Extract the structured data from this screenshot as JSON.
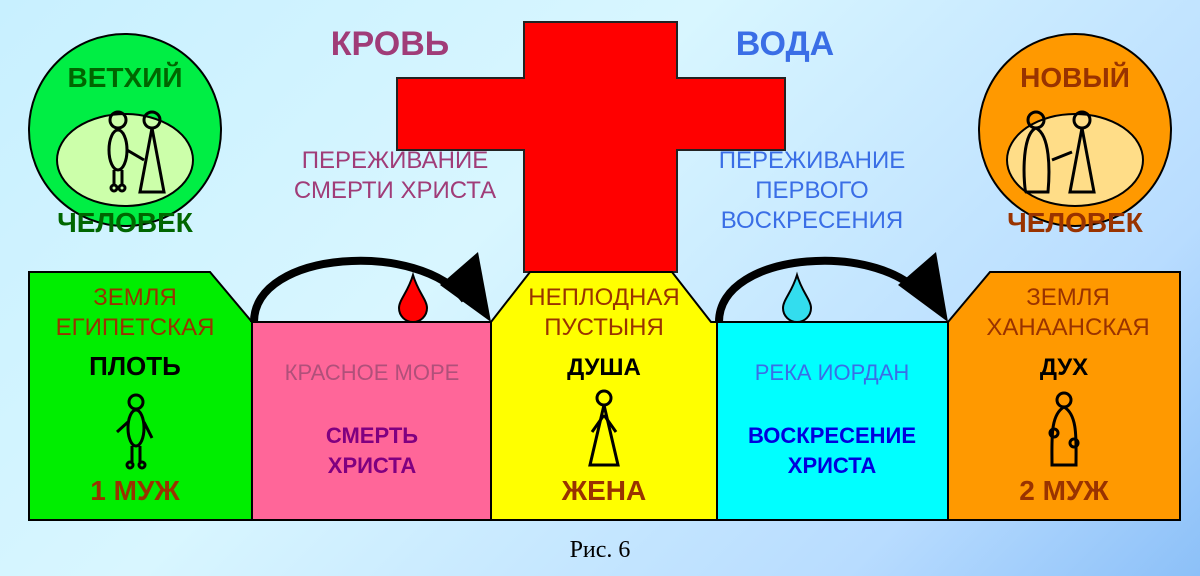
{
  "headers": {
    "blood": "КРОВЬ",
    "water": "ВОДА"
  },
  "old_man": {
    "line1": "ВЕТХИЙ",
    "line2": "ЧЕЛОВЕК"
  },
  "new_man": {
    "line1": "НОВЫЙ",
    "line2": "ЧЕЛОВЕК"
  },
  "caption_left": {
    "line1": "ПЕРЕЖИВАНИЕ",
    "line2": "СМЕРТИ ХРИСТА"
  },
  "caption_right": {
    "line1": "ПЕРЕЖИВАНИЕ",
    "line2": "ПЕРВОГО",
    "line3": "ВОСКРЕСЕНИЯ"
  },
  "boxes": [
    {
      "place1": "ЗЕМЛЯ",
      "place2": "ЕГИПЕТСКАЯ",
      "label": "ПЛОТЬ",
      "bottom": "1 МУЖ",
      "color": "#00ee00"
    },
    {
      "place1": "КРАСНОЕ МОРЕ",
      "label1": "СМЕРТЬ",
      "label2": "ХРИСТА",
      "color": "#ff6699"
    },
    {
      "place1": "НЕПЛОДНАЯ",
      "place2": "ПУСТЫНЯ",
      "label": "ДУША",
      "bottom": "ЖЕНА",
      "color": "#ffff00"
    },
    {
      "place1": "РЕКА ИОРДАН",
      "label1": "ВОСКРЕСЕНИЕ",
      "label2": "ХРИСТА",
      "color": "#00ffff"
    },
    {
      "place1": "ЗЕМЛЯ",
      "place2": "ХАНААНСКАЯ",
      "label": "ДУХ",
      "bottom": "2 МУЖ",
      "color": "#ff9900"
    }
  ],
  "figure_caption": "Рис. 6"
}
